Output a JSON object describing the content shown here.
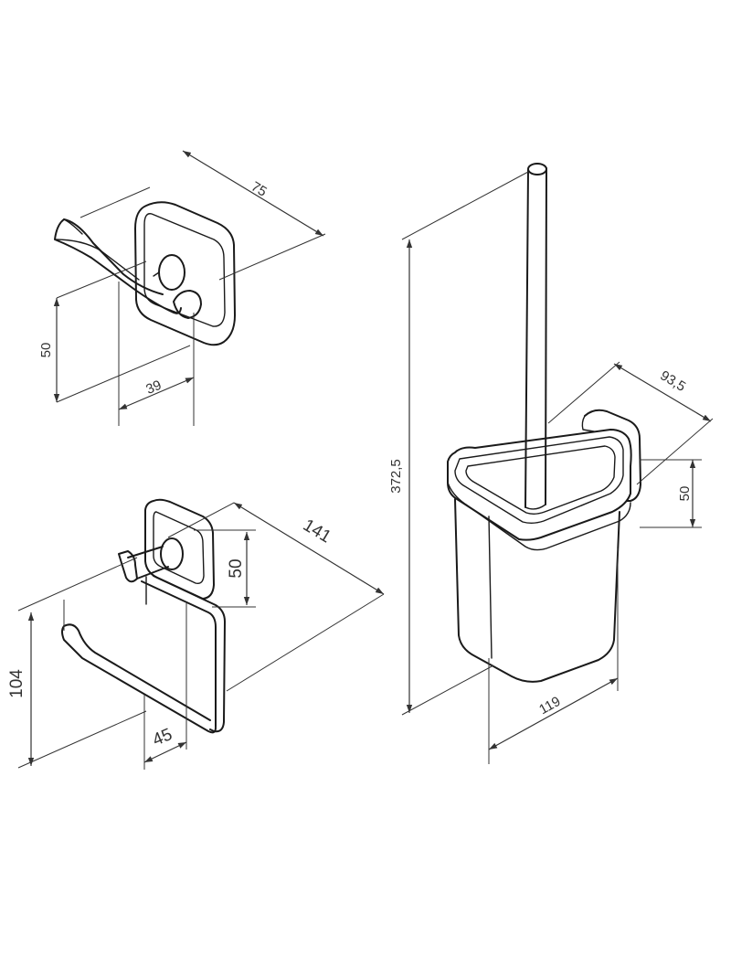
{
  "hook": {
    "dim_width": "75",
    "dim_height": "50",
    "dim_depth": "39"
  },
  "toilet_brush_holder": {
    "dim_height": "372,5",
    "dim_depth": "93,5",
    "dim_plate_height": "50",
    "dim_width": "119"
  },
  "paper_holder": {
    "dim_length": "141",
    "dim_plate_height": "50",
    "dim_height": "104",
    "dim_depth": "45"
  }
}
